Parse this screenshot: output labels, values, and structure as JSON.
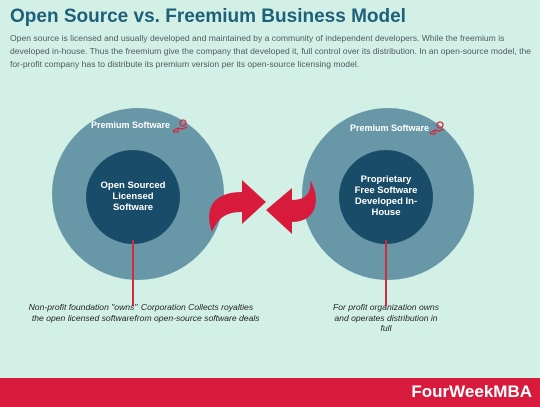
{
  "title": "Open Source vs. Freemium Business Model",
  "description": "Open source is licensed and usually developed and maintained by a community of independent developers. While the freemium is developed in-house. Thus the freemium give the company that developed it, full control over its distribution. In an open-source model, the for-profit company has to distribute its premium version per its open-source licensing model.",
  "left_circle": {
    "outer_label": "Premium Software",
    "inner_label": "Open Sourced Licensed Software",
    "icon": "hand-coin-icon"
  },
  "right_circle": {
    "outer_label": "Premium Software",
    "inner_label": "Proprietary Free Software Developed In-House",
    "icon": "hand-coin-icon"
  },
  "notes": {
    "left_a": "Non-profit foundation \"owns\" the open licensed software",
    "left_b": "Corporation Collects royalties from open-source software deals",
    "right": "For profit organization owns and operates distribution in full"
  },
  "brand": "FourWeekMBA",
  "colors": {
    "background": "#d3f0e7",
    "outer_circle": "#6897a8",
    "inner_circle": "#194c68",
    "accent_red": "#d81b3c",
    "title": "#1e5f79"
  }
}
